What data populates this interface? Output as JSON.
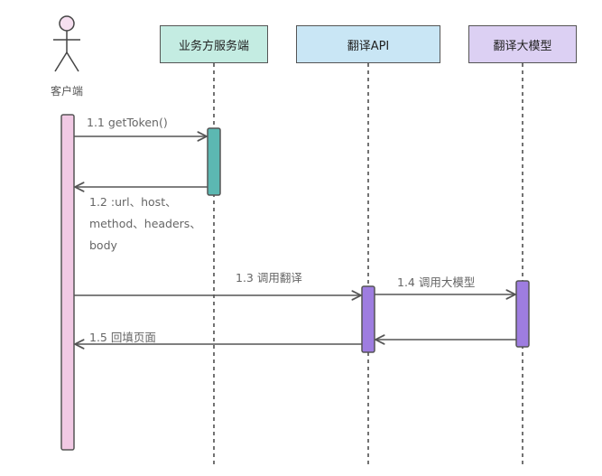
{
  "participants": {
    "actor": "客户端",
    "biz": "业务方服务端",
    "api": "翻译API",
    "llm": "翻译大模型"
  },
  "messages": {
    "m1": "1.1 getToken()",
    "m2_lines": [
      ":url、host、",
      "method、headers、",
      "body"
    ],
    "m2_prefix": "1.2 ",
    "m3": "1.3 调用翻译",
    "m4": "1.4 调用大模型",
    "m5": "1.5 回填页面"
  },
  "colors": {
    "actor_bar": "#f1c9e4",
    "biz_bar": "#5cb8b2",
    "api_bar": "#9e7de0",
    "llm_bar": "#9e7de0",
    "biz_header": "#c4ece2",
    "api_header": "#c9e6f5",
    "llm_header": "#dcd0f3",
    "actor_stroke": "#e58fc6",
    "line": "#555555"
  }
}
